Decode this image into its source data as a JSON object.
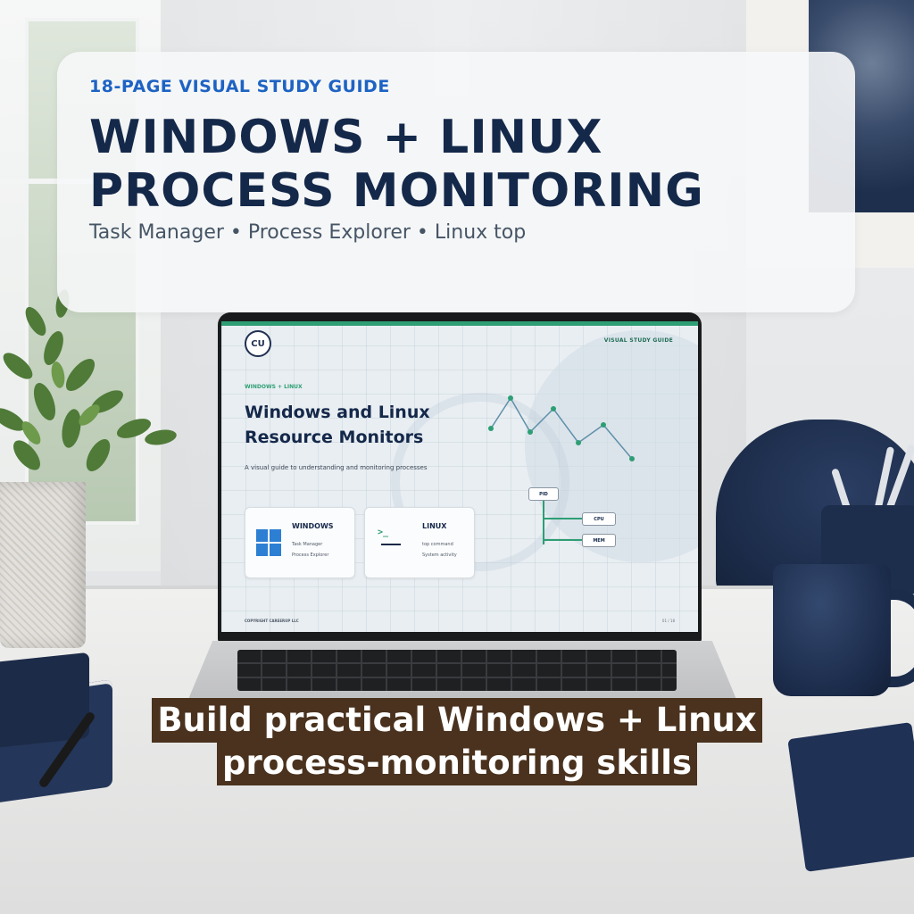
{
  "header": {
    "eyebrow": "18-PAGE VISUAL STUDY GUIDE",
    "title_line1": "WINDOWS + LINUX",
    "title_line2": "PROCESS MONITORING",
    "subtitle": "Task Manager • Process Explorer • Linux top",
    "colors": {
      "eyebrow": "#1d63c4",
      "title": "#14284a",
      "subtitle": "#465566"
    }
  },
  "slide": {
    "logo_text": "CU",
    "tag_right": "VISUAL STUDY GUIDE",
    "eyebrow": "WINDOWS + LINUX",
    "title_line1": "Windows and Linux",
    "title_line2": "Resource Monitors",
    "subtitle": "A visual guide to understanding and monitoring processes",
    "cards": [
      {
        "title": "WINDOWS",
        "line1": "Task Manager",
        "line2": "Process Explorer",
        "icon": "windows-logo-icon"
      },
      {
        "title": "LINUX",
        "line1": "top command",
        "line2": "System activity",
        "icon": "terminal-icon"
      }
    ],
    "tree": {
      "root": "PID",
      "children": [
        "CPU",
        "MEM"
      ]
    },
    "copyright": "COPYRIGHT CAREERUP LLC",
    "page": "01 / 18",
    "accent_color": "#2e9e74"
  },
  "caption": {
    "line1": "Build practical Windows + Linux",
    "line2": "process-monitoring skills",
    "background": "#4a321e"
  }
}
